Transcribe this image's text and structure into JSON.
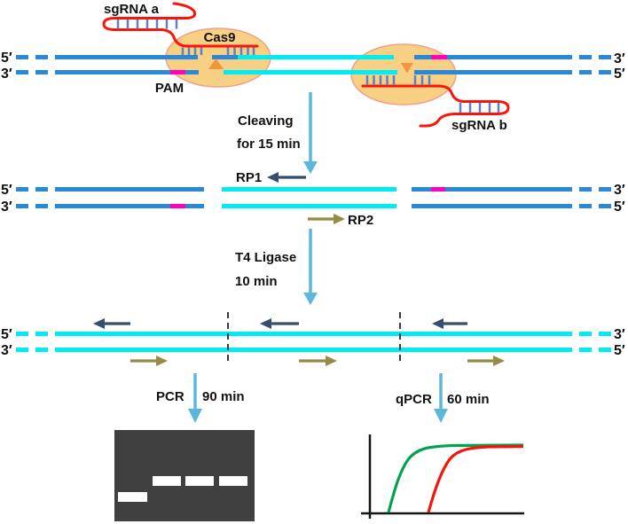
{
  "figure": {
    "ends": {
      "five": "5′",
      "three": "3′"
    },
    "labels": {
      "sgrna_a": "sgRNA a",
      "sgrna_b": "sgRNA b",
      "cas9": "Cas9",
      "pam": "PAM",
      "rp1": "RP1",
      "rp2": "RP2"
    },
    "steps": {
      "cleaving_line1": "Cleaving",
      "cleaving_line2": "for 15 min",
      "ligation_line1": "T4 Ligase",
      "ligation_line2": "10 min",
      "pcr_label": "PCR",
      "pcr_time": "90 min",
      "qpcr_label": "qPCR",
      "qpcr_time": "60 min"
    },
    "insets": {
      "gel": {
        "type": "gel-electrophoresis",
        "lanes": 4,
        "bands": [
          {
            "lane": 1,
            "position": "low"
          },
          {
            "lane": 2,
            "position": "high"
          },
          {
            "lane": 3,
            "position": "high"
          },
          {
            "lane": 4,
            "position": "high"
          }
        ]
      },
      "qpcr": {
        "type": "amplification-curves",
        "curves": [
          {
            "color": "green",
            "onset": "early"
          },
          {
            "color": "red",
            "onset": "late"
          }
        ]
      }
    },
    "colors": {
      "dna_blue": "#2789d8",
      "cut_cyan": "#00ecf5",
      "pam_magenta": "#ff00be",
      "sgrna_red": "#fb1409",
      "cas9_fill": "#f8d083",
      "cas9_stroke": "#f0a08a",
      "cut_triangle": "#f2953f",
      "pairing_tick": "#5b82c4",
      "step_arrow": "#5bb8dc",
      "reverse_primer": "#35506f",
      "forward_primer": "#968b45",
      "cut_dash": "#3a3a3a",
      "gel_bg": "#404040",
      "gel_band": "#ffffff",
      "qpcr_green": "#00a24d",
      "qpcr_red": "#f2150d",
      "axis_black": "#151515",
      "text_black": "#111111"
    }
  }
}
